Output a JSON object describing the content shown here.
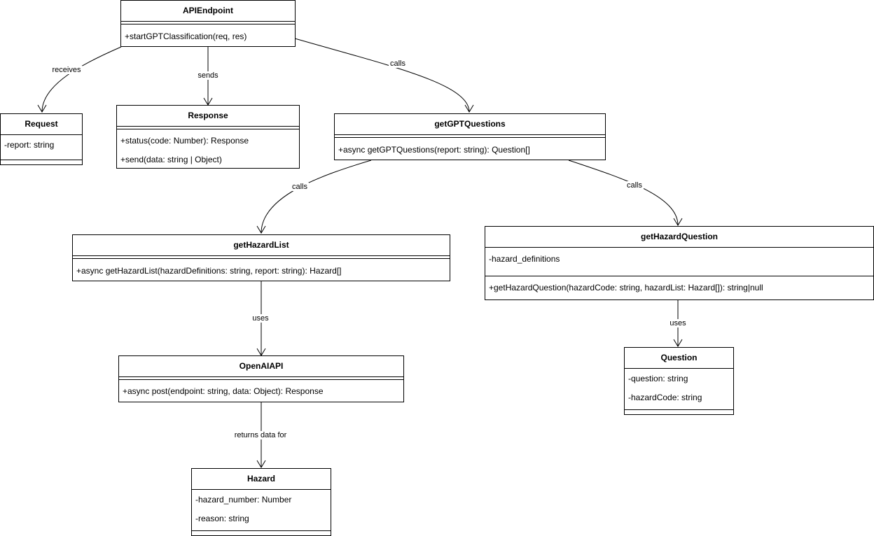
{
  "classes": {
    "api_endpoint": {
      "name": "APIEndpoint",
      "methods": [
        "+startGPTClassification(req, res)"
      ]
    },
    "request": {
      "name": "Request",
      "attributes": [
        "-report: string"
      ]
    },
    "response": {
      "name": "Response",
      "methods": [
        "+status(code: Number): Response",
        "+send(data: string | Object)"
      ]
    },
    "get_gpt_questions": {
      "name": "getGPTQuestions",
      "methods": [
        "+async getGPTQuestions(report: string): Question[]"
      ]
    },
    "get_hazard_list": {
      "name": "getHazardList",
      "methods": [
        "+async getHazardList(hazardDefinitions: string, report: string): Hazard[]"
      ]
    },
    "get_hazard_question": {
      "name": "getHazardQuestion",
      "attributes": [
        "-hazard_definitions"
      ],
      "methods": [
        "+getHazardQuestion(hazardCode: string, hazardList: Hazard[]): string|null"
      ]
    },
    "openai_api": {
      "name": "OpenAIAPI",
      "methods": [
        "+async post(endpoint: string, data: Object): Response"
      ]
    },
    "question": {
      "name": "Question",
      "attributes": [
        "-question: string",
        "-hazardCode: string"
      ]
    },
    "hazard": {
      "name": "Hazard",
      "attributes": [
        "-hazard_number: Number",
        "-reason: string"
      ]
    }
  },
  "relations": {
    "receives": "receives",
    "sends": "sends",
    "calls_gpt": "calls",
    "calls_list": "calls",
    "calls_question": "calls",
    "uses_openai": "uses",
    "uses_question": "uses",
    "returns": "returns data for"
  },
  "colors": {
    "line": "#000000",
    "box": "#ffffff"
  }
}
